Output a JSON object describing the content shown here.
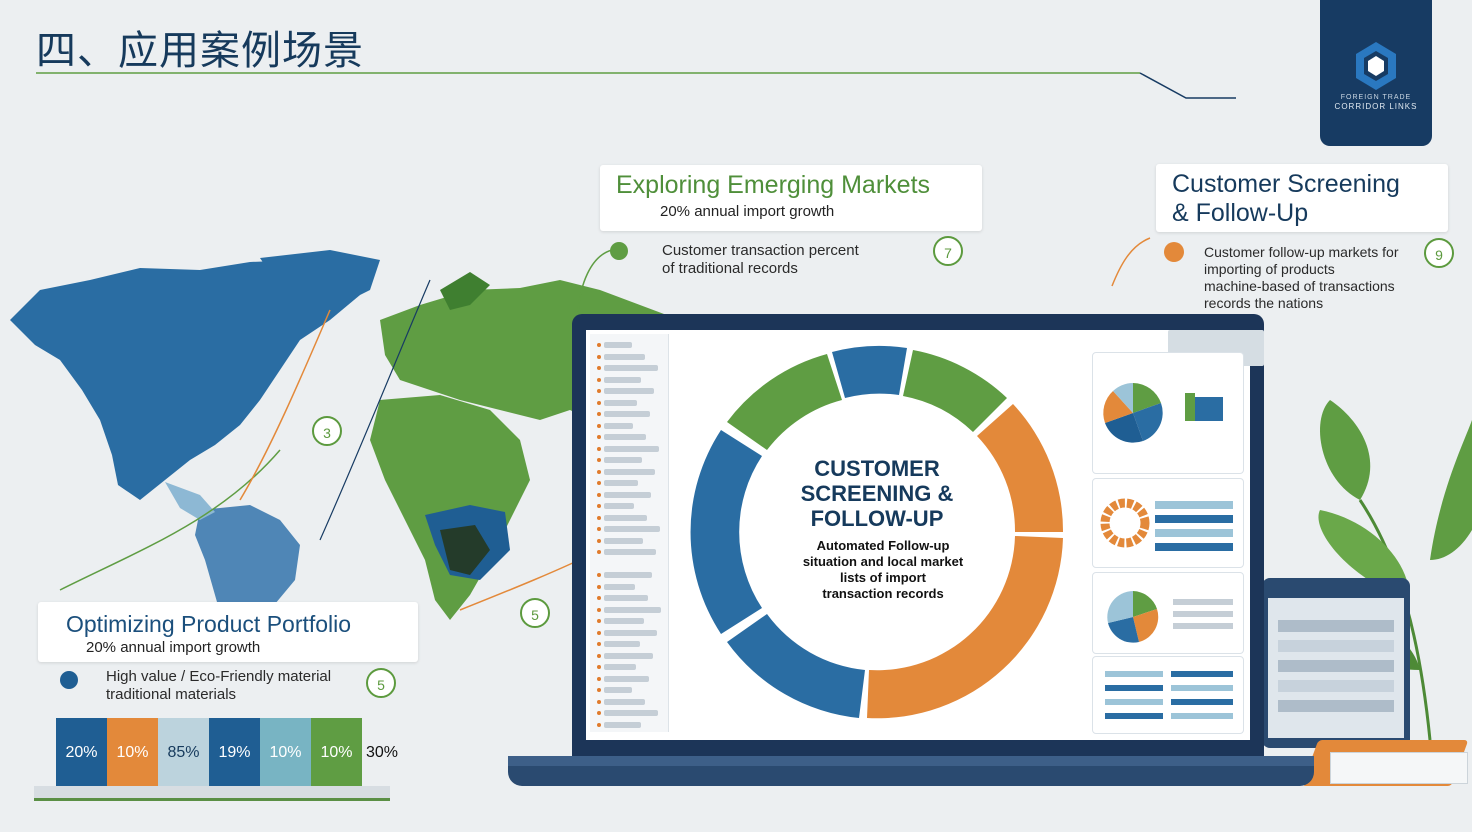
{
  "header": {
    "title": "四、应用案例场景"
  },
  "logo": {
    "line1": "FOREIGN TRADE",
    "line2": "CORRIDOR LINKS"
  },
  "cards": {
    "emerging": {
      "title": "Exploring Emerging Markets",
      "subtitle": "20% annual import growth",
      "badge": "7",
      "note_line1": "Customer transaction percent",
      "note_line2": "of traditional records"
    },
    "screening": {
      "title_line1": "Customer Screening",
      "title_line2": "& Follow-Up",
      "badge": "9",
      "note_line1": "Customer follow-up markets for",
      "note_line2": "importing of products",
      "note_line3": "machine-based of transactions",
      "note_line4": "records the nations"
    },
    "portfolio": {
      "title": "Optimizing Product Portfolio",
      "subtitle": "20% annual import growth",
      "badge": "5",
      "note_line1": "High value / Eco-Friendly material",
      "note_line2": "traditional materials"
    }
  },
  "map": {
    "badge_left": "3",
    "badge_africa": "5"
  },
  "laptop": {
    "center_title_line1": "CUSTOMER",
    "center_title_line2": "SCREENING &",
    "center_title_line3": "FOLLOW-UP",
    "center_desc_line1": "Automated Follow-up",
    "center_desc_line2": "situation and local market",
    "center_desc_line3": "lists of import",
    "center_desc_line4": "transaction records"
  },
  "bars": [
    {
      "value": "20%",
      "color": "#1f5e93"
    },
    {
      "value": "10%",
      "color": "#e3893a"
    },
    {
      "value": "85%",
      "color": "#bcd3dd"
    },
    {
      "value": "19%",
      "color": "#1f5e93"
    },
    {
      "value": "10%",
      "color": "#78b4c3"
    },
    {
      "value": "10%",
      "color": "#5f9d43"
    }
  ],
  "bar_last": "30%",
  "colors": {
    "navy": "#173b63",
    "blue": "#2a6da3",
    "green": "#5f9d43",
    "orange": "#e3893a"
  }
}
